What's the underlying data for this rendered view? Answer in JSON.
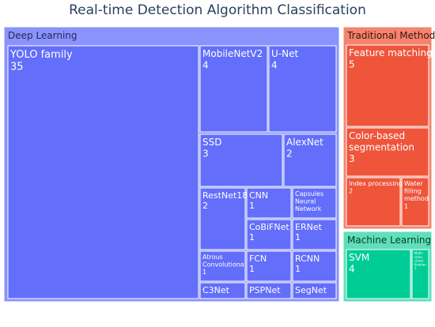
{
  "chart_data": {
    "type": "treemap",
    "title": "Real-time Detection Algorithm Classification",
    "groups": [
      {
        "name": "Deep Learning",
        "color": "#636efa",
        "border": "#8a93fb",
        "leaves": [
          {
            "name": "YOLO family",
            "value": 35
          },
          {
            "name": "MobileNetV2",
            "value": 4
          },
          {
            "name": "U-Net",
            "value": 4
          },
          {
            "name": "SSD",
            "value": 3
          },
          {
            "name": "AlexNet",
            "value": 2
          },
          {
            "name": "RestNet18",
            "value": 2
          },
          {
            "name": "CNN",
            "value": 1
          },
          {
            "name": "Capsules Neural Network",
            "value": 1
          },
          {
            "name": "CoBiFNet",
            "value": 1
          },
          {
            "name": "ERNet",
            "value": 1
          },
          {
            "name": "Atrous Convolutional",
            "value": 1
          },
          {
            "name": "FCN",
            "value": 1
          },
          {
            "name": "RCNN",
            "value": 1
          },
          {
            "name": "C3Net",
            "value": 1
          },
          {
            "name": "PSPNet",
            "value": 1
          },
          {
            "name": "SegNet",
            "value": 1
          }
        ]
      },
      {
        "name": "Traditional Method",
        "color": "#ef553b",
        "border": "#f4846f",
        "leaves": [
          {
            "name": "Feature matching",
            "value": 5
          },
          {
            "name": "Color-based segmentation",
            "value": 3
          },
          {
            "name": "Index processing",
            "value": 2
          },
          {
            "name": "Water filling method",
            "value": 1
          }
        ]
      },
      {
        "name": "Machine Learning",
        "color": "#00cc96",
        "border": "#5fdfbb",
        "leaves": [
          {
            "name": "SVM",
            "value": 4
          },
          {
            "name": "Multi-class classification",
            "value": 1
          }
        ]
      }
    ]
  }
}
